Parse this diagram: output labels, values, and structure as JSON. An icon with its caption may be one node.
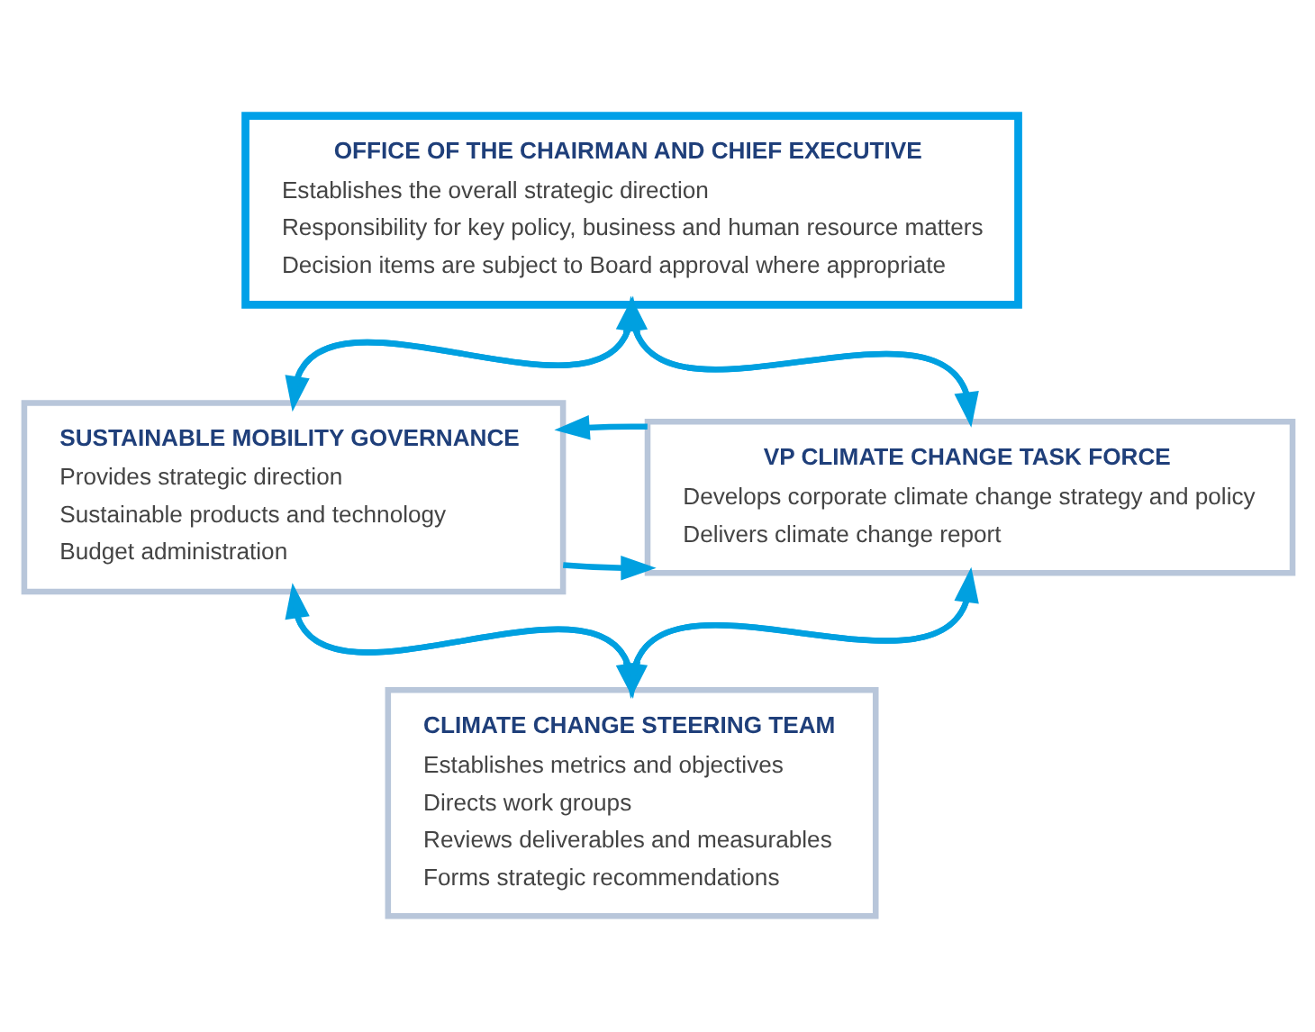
{
  "diagram": {
    "nodes": [
      {
        "text": [
          "OFFICE OF THE CHAIRMAN AND CHIEF EXECUTIVE",
          "Establishes the overall strategic direction",
          "Responsibility for key policy, business and human resource matters",
          "Decision items are subject to Board approval where appropriate"
        ]
      },
      {
        "text": [
          "SUSTAINABLE MOBILITY GOVERNANCE",
          "Provides strategic direction",
          "Sustainable products and technology",
          "Budget administration"
        ]
      },
      {
        "text": [
          "VP CLIMATE CHANGE TASK FORCE",
          "Develops corporate climate change strategy and policy",
          "Delivers climate change report"
        ]
      },
      {
        "text": [
          "CLIMATE CHANGE STEERING TEAM",
          "Establishes metrics and objectives",
          "Directs work groups",
          "Reviews deliverables and measurables",
          "Forms strategic recommendations"
        ]
      }
    ],
    "edges": [
      {
        "from": 1,
        "to": 0,
        "arrow": "to"
      },
      {
        "from": 0,
        "to": 1,
        "arrow": "to"
      },
      {
        "from": 2,
        "to": 0,
        "arrow": "to"
      },
      {
        "from": 0,
        "to": 2,
        "arrow": "to"
      },
      {
        "from": 1,
        "to": 2,
        "arrow": "to"
      },
      {
        "from": 2,
        "to": 1,
        "arrow": "to"
      },
      {
        "from": 3,
        "to": 1,
        "arrow": "to"
      },
      {
        "from": 1,
        "to": 3,
        "arrow": "to"
      },
      {
        "from": 3,
        "to": 2,
        "arrow": "to"
      },
      {
        "from": 2,
        "to": 3,
        "arrow": "to"
      }
    ]
  }
}
